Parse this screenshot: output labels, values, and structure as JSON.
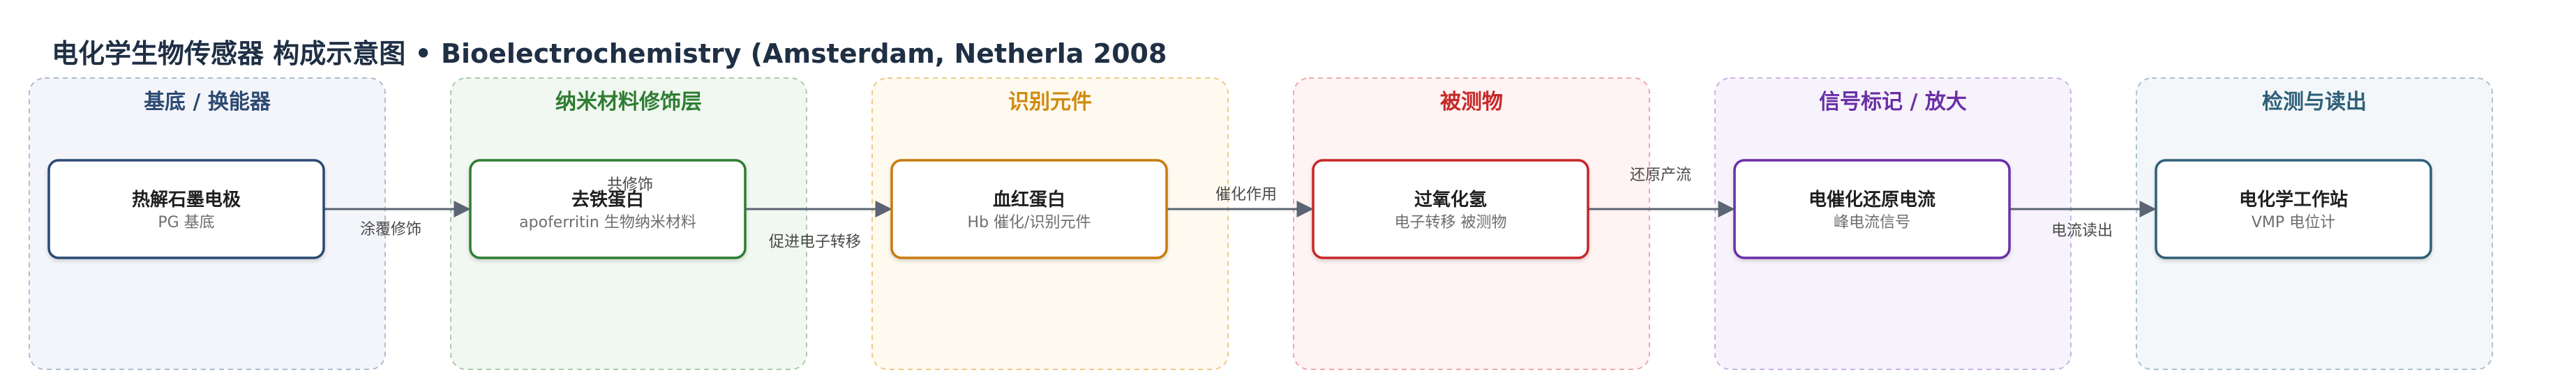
{
  "title": "电化学生物传感器 构成示意图 • Bioelectrochemistry (Amsterdam, Netherla 2008",
  "zones": [
    {
      "label": "基底 / 换能器",
      "color": "#2c4a72",
      "fill": "#f4f5fa",
      "stroke": "#aebccf"
    },
    {
      "label": "纳米材料修饰层",
      "color": "#2e7d32",
      "fill": "#f1f7f1",
      "stroke": "#a9cdab"
    },
    {
      "label": "识别元件",
      "color": "#d08a0e",
      "fill": "#fffaf0",
      "stroke": "#ecc98a"
    },
    {
      "label": "被测物",
      "color": "#c62828",
      "fill": "#fff3f3",
      "stroke": "#eda9a9"
    },
    {
      "label": "信号标记 / 放大",
      "color": "#6a2fa6",
      "fill": "#f7f3fc",
      "stroke": "#c8b3e3"
    },
    {
      "label": "检测与读出",
      "color": "#2e5f78",
      "fill": "#f3f7f9",
      "stroke": "#a8c2d0"
    }
  ],
  "nodes": [
    {
      "title": "热解石墨电极",
      "sub": "PG 基底",
      "color": "#2c4a72"
    },
    {
      "title": "去铁蛋白",
      "sub": "apoferritin 生物纳米材料",
      "color": "#2e7d32"
    },
    {
      "title": "血红蛋白",
      "sub": "Hb 催化/识别元件",
      "color": "#c77a08"
    },
    {
      "title": "过氧化氢",
      "sub": "电子转移 被测物",
      "color": "#c62828"
    },
    {
      "title": "电催化还原电流",
      "sub": "峰电流信号",
      "color": "#6a2fa6"
    },
    {
      "title": "电化学工作站",
      "sub": "VMP 电位计",
      "color": "#2e5f78"
    }
  ],
  "edges": [
    {
      "label": "涂覆修饰"
    },
    {
      "label": "共修饰"
    },
    {
      "label": "促进电子转移"
    },
    {
      "label": "催化作用"
    },
    {
      "label": "还原产流"
    },
    {
      "label": "电流读出"
    }
  ]
}
